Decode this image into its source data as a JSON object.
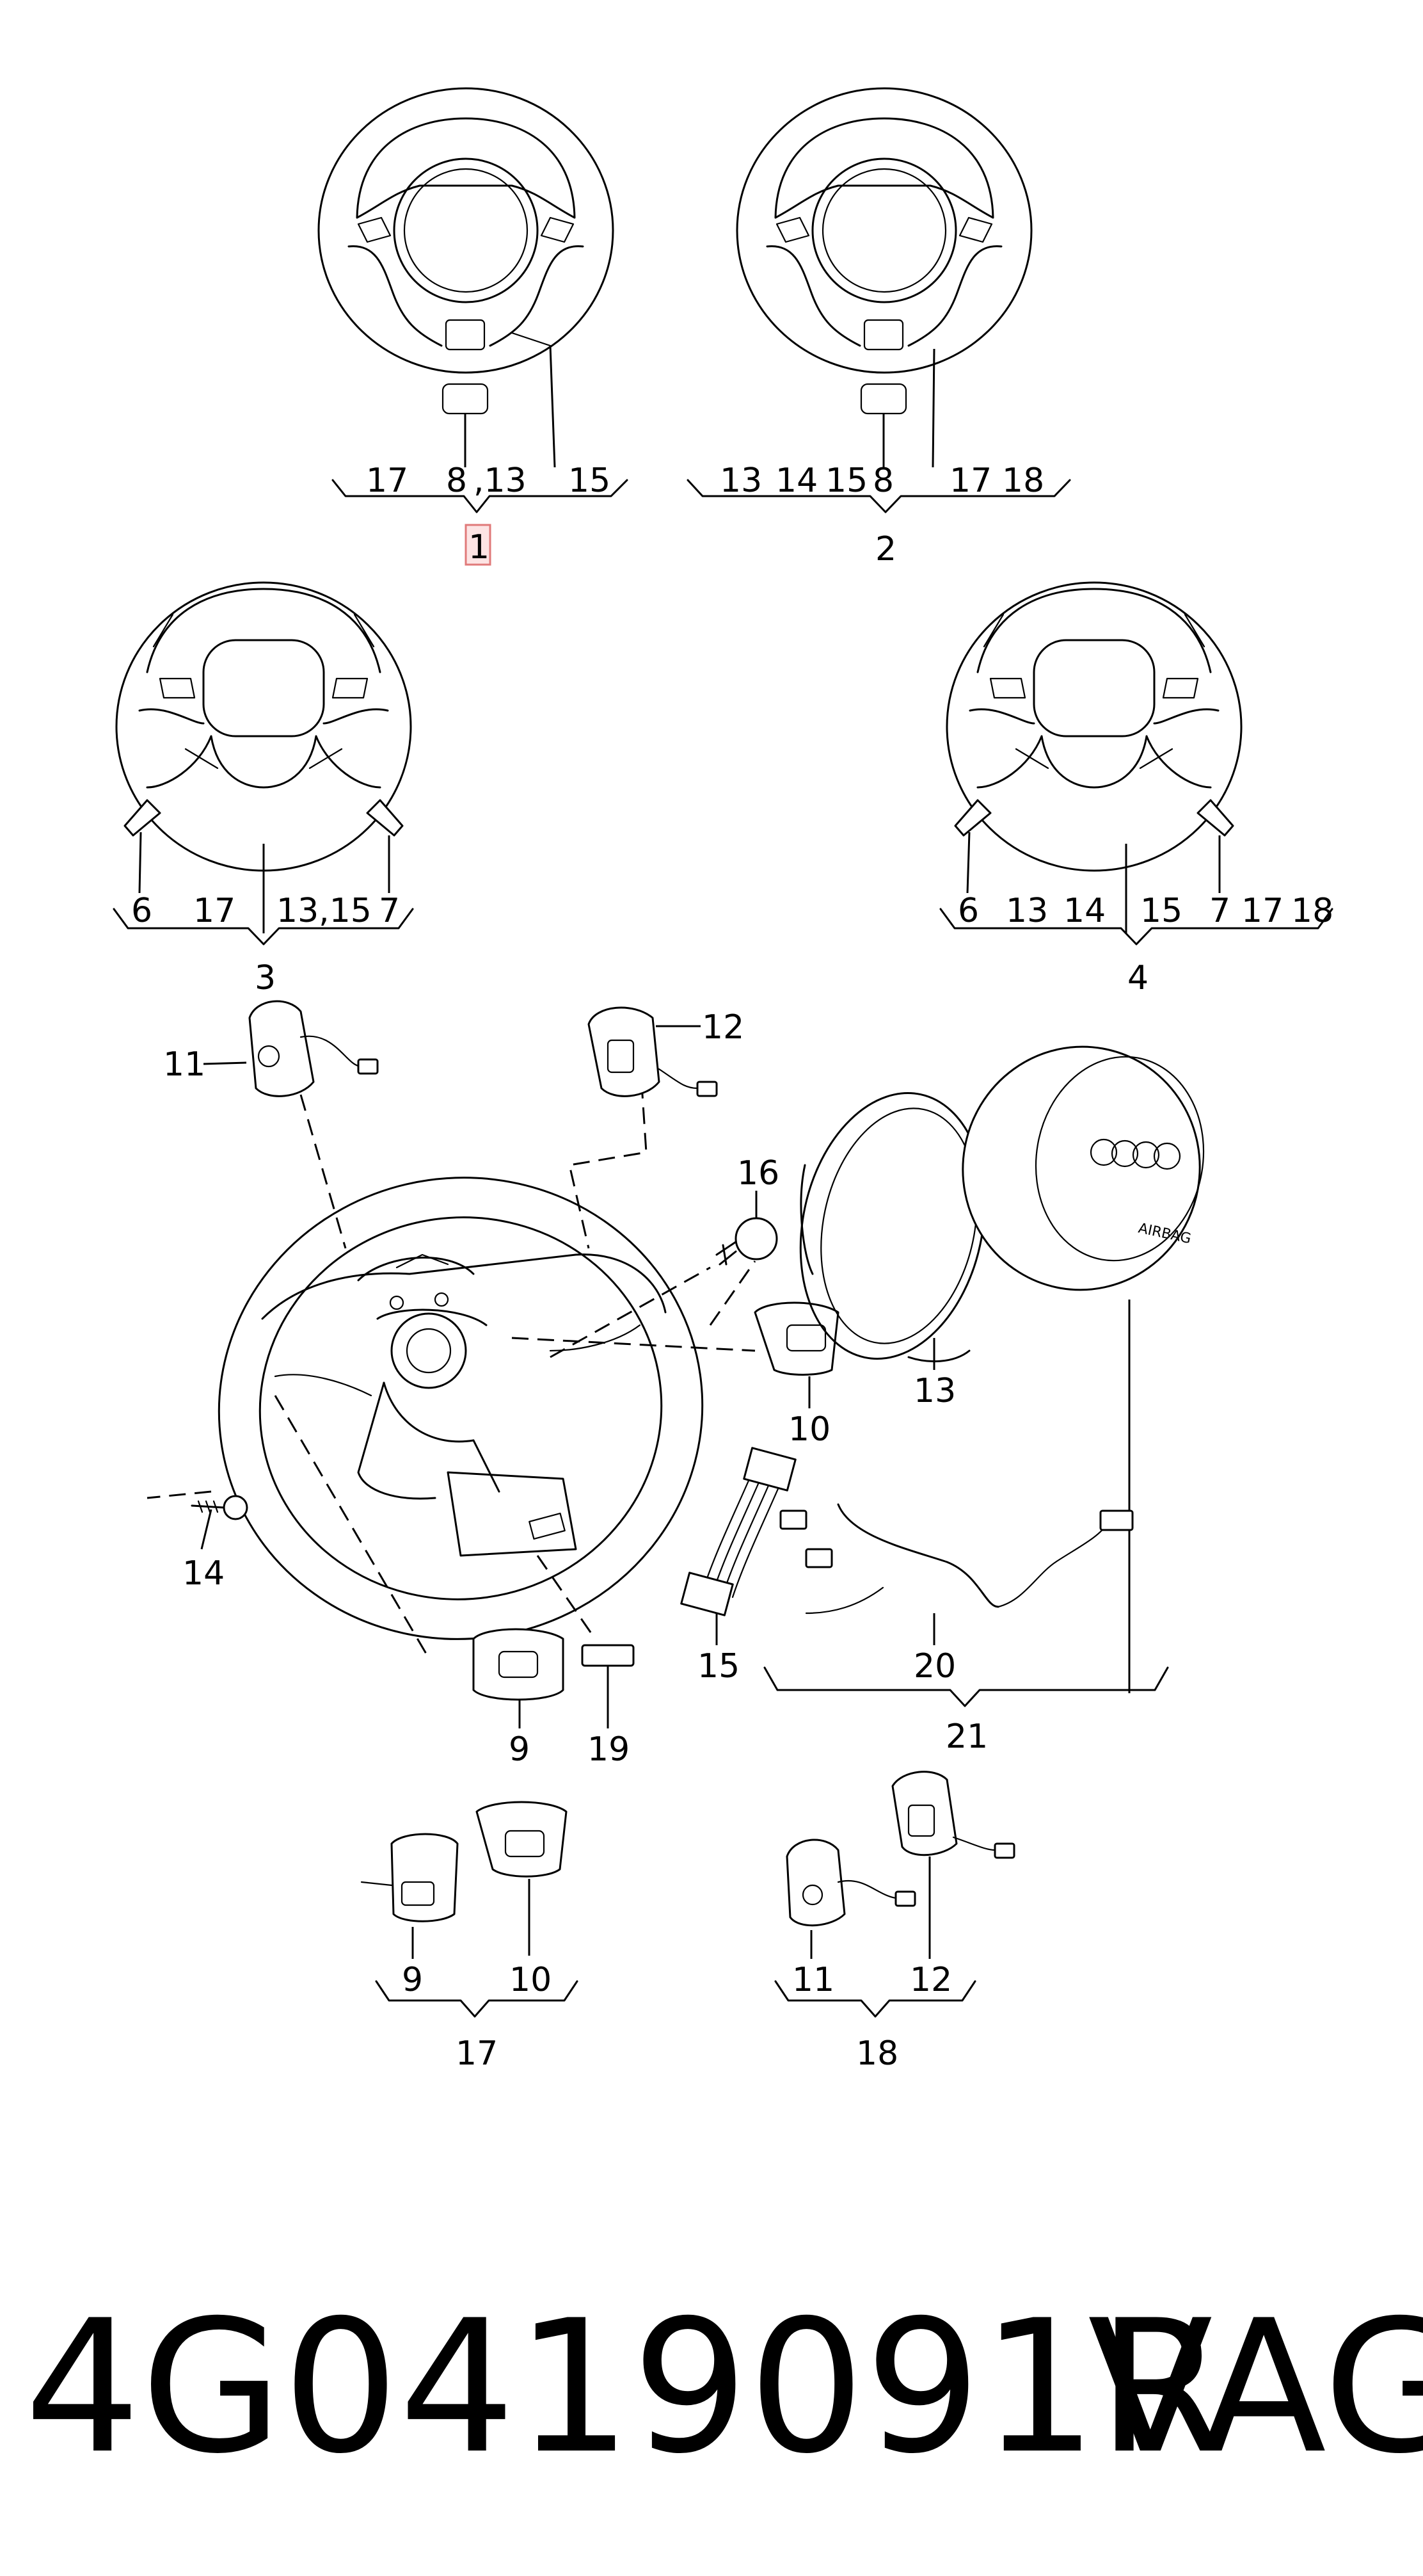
{
  "labels": {
    "g1_a": "17",
    "g1_b": "8",
    "g1_c": ",13",
    "g1_d": "15",
    "g1_group": "1",
    "g2_a": "13",
    "g2_b": "14",
    "g2_c": "15",
    "g2_d": "8",
    "g2_e": "17",
    "g2_f": "18",
    "g2_group": "2",
    "g3_a": "6",
    "g3_b": "17",
    "g3_c": "13,15",
    "g3_d": "7",
    "g3_group": "3",
    "g4_a": "6",
    "g4_b": "13",
    "g4_c": "14",
    "g4_d": "15",
    "g4_e": "7",
    "g4_f": "17",
    "g4_g": "18",
    "g4_group": "4",
    "p11": "11",
    "p12": "12",
    "p16": "16",
    "p10": "10",
    "p13": "13",
    "p14": "14",
    "p9": "9",
    "p19": "19",
    "p15": "15",
    "p20": "20",
    "p21": "21",
    "k9": "9",
    "k10": "10",
    "k17": "17",
    "k11": "11",
    "k12": "12",
    "k18": "18"
  },
  "airbag_text": "AIRBAG",
  "part_number": "4G0419091R",
  "brand": "VAG",
  "colors": {
    "highlight_fill": "#fde4e4",
    "highlight_stroke": "#e07a7a",
    "line": "#000000"
  }
}
